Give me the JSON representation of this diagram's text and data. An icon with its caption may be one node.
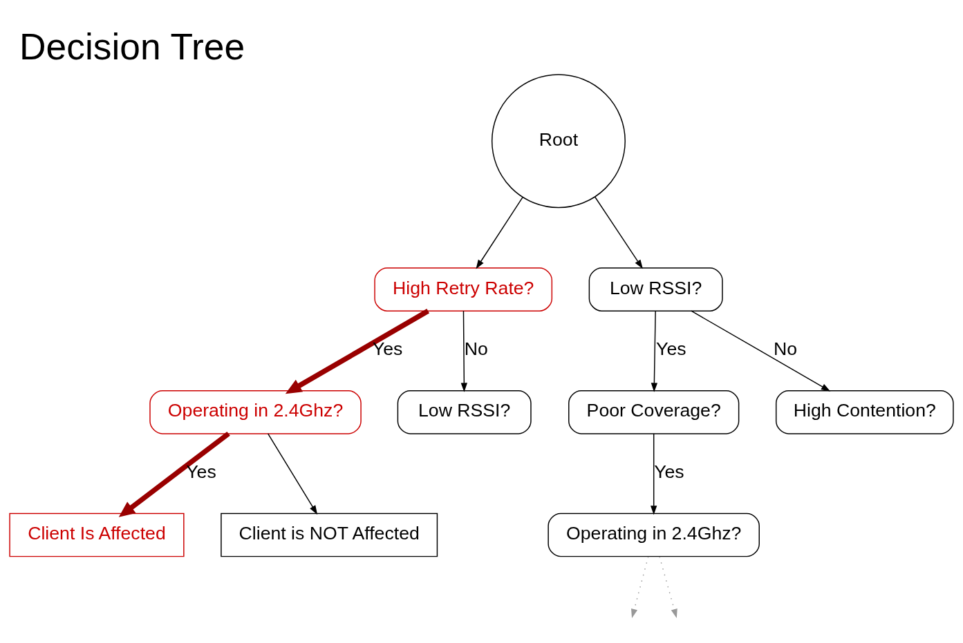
{
  "diagram": {
    "title": "Decision Tree",
    "nodes": [
      {
        "text": [
          "Root"
        ]
      },
      {
        "text": [
          "High Retry Rate?"
        ]
      },
      {
        "text": [
          "Low RSSI?"
        ]
      },
      {
        "text": [
          "Operating in 2.4Ghz?"
        ]
      },
      {
        "text": [
          "Low RSSI?"
        ]
      },
      {
        "text": [
          "Poor Coverage?"
        ]
      },
      {
        "text": [
          "High Contention?"
        ]
      },
      {
        "text": [
          "Client Is Affected"
        ]
      },
      {
        "text": [
          "Client is NOT Affected"
        ]
      },
      {
        "text": [
          "Operating in 2.4Ghz?"
        ]
      }
    ],
    "edges": [
      {
        "from": 0,
        "to": 1,
        "arrow": "to"
      },
      {
        "from": 0,
        "to": 2,
        "arrow": "to"
      },
      {
        "from": 1,
        "to": 3,
        "arrow": "to",
        "label": "Yes",
        "style": "thick",
        "color": "#990000"
      },
      {
        "from": 1,
        "to": 4,
        "arrow": "to",
        "label": "No"
      },
      {
        "from": 2,
        "to": 5,
        "arrow": "to",
        "label": "Yes"
      },
      {
        "from": 2,
        "to": 6,
        "arrow": "to",
        "label": "No"
      },
      {
        "from": 3,
        "to": 7,
        "arrow": "to",
        "label": "Yes",
        "style": "thick",
        "color": "#990000"
      },
      {
        "from": 3,
        "to": 8,
        "arrow": "to"
      },
      {
        "from": 5,
        "to": 9,
        "arrow": "to",
        "label": "Yes"
      },
      {
        "from": 9,
        "to": null,
        "arrow": "to",
        "style": "dashed",
        "color": "#999999"
      },
      {
        "from": 9,
        "to": null,
        "arrow": "to",
        "style": "dashed",
        "color": "#999999"
      }
    ]
  }
}
